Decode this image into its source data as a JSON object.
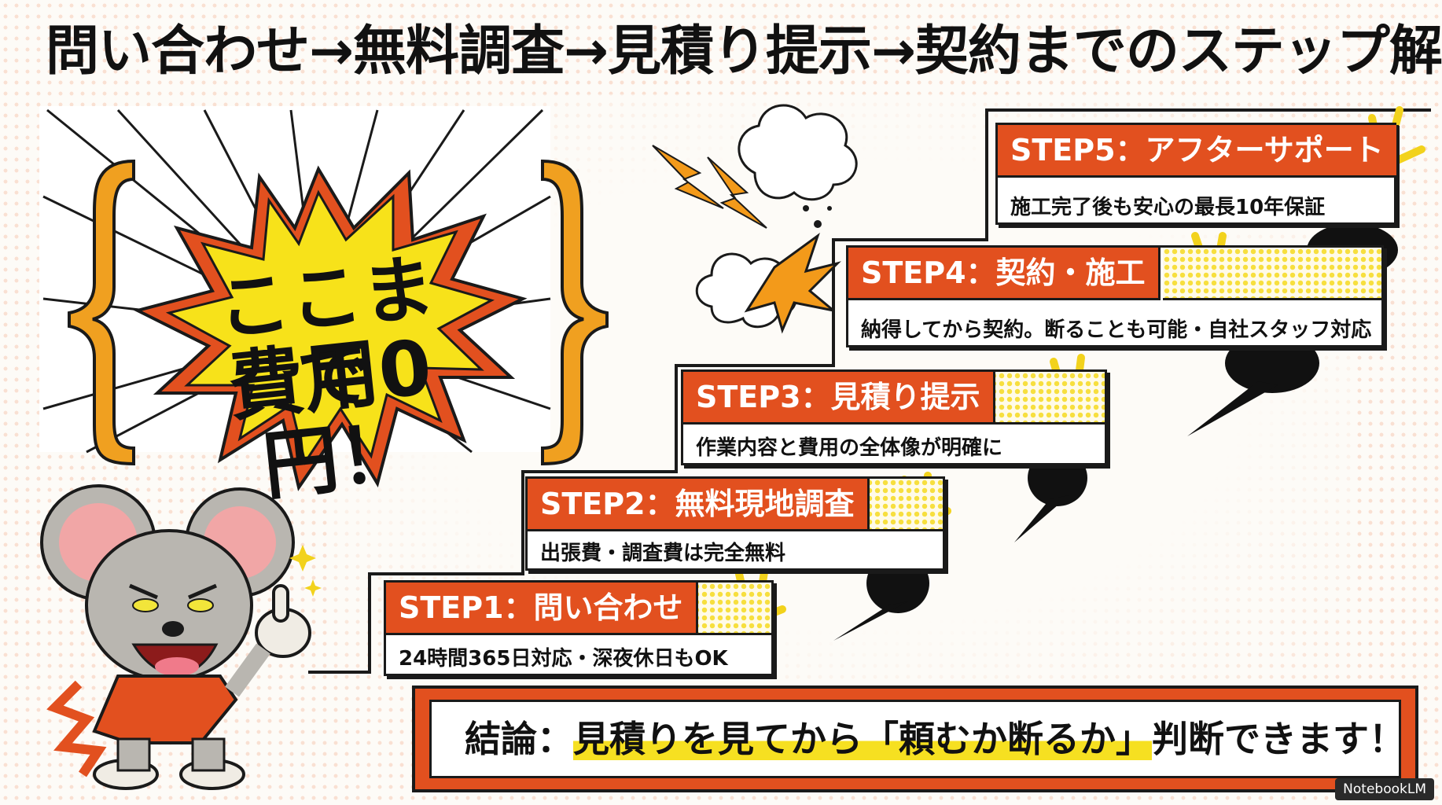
{
  "title": "問い合わせ→無料調査→見積り提示→契約までのステップ解説",
  "promo": {
    "line1": "ここまで",
    "line2": "費用0円！"
  },
  "steps": [
    {
      "label": "STEP1：問い合わせ",
      "desc": "24時間365日対応・深夜休日もOK"
    },
    {
      "label": "STEP2：無料現地調査",
      "desc": "出張費・調査費は完全無料"
    },
    {
      "label": "STEP3：見積り提示",
      "desc": "作業内容と費用の全体像が明確に"
    },
    {
      "label": "STEP4：契約・施工",
      "desc": "納得してから契約。断ることも可能・自社スタッフ対応"
    },
    {
      "label": "STEP5：アフターサポート",
      "desc": "施工完了後も安心の最長10年保証"
    }
  ],
  "conclusion": {
    "prefix": "結論：",
    "highlight": "見積りを見てから「頼むか断るか」",
    "suffix": "判断できます！"
  },
  "badge": "NotebookLM",
  "colors": {
    "accent": "#e2501f",
    "yellow": "#f6e021",
    "ink": "#1a1a1a"
  }
}
